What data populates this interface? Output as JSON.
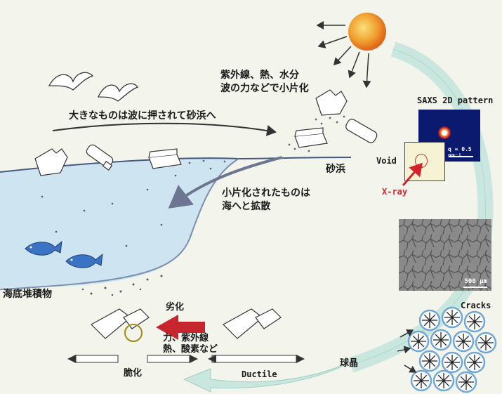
{
  "colors": {
    "background": "#f3f4ec",
    "sea": "#cfe4f1",
    "sea_edge": "#7a8fb0",
    "cycle_arrow": "#c9e7df",
    "sun": "#e8881a",
    "degradation_arrow": "#c7262e",
    "xray_arrow": "#d4232a"
  },
  "labels": {
    "uv_heat_water_line1": "紫外線、熱、水分",
    "uv_heat_water_line2": "波の力などで小片化",
    "waves_push": "大きなものは波に押されて砂浜へ",
    "sand_beach": "砂浜",
    "fragments_line1": "小片化されたものは",
    "fragments_line2": "海へと拡散",
    "seabed": "海底堆積物",
    "degradation": "劣化",
    "causes_line1": "力、紫外線",
    "causes_line2": "熱、酸素など",
    "brittle": "脆化",
    "ductile": "Ductile",
    "spherulite": "球晶",
    "saxs": "SAXS 2D pattern",
    "q_scale": "q = 0.5 nm⁻¹",
    "void": "Void",
    "xray": "X-ray",
    "micrograph_scale": "500 μm",
    "cracks": "Cracks"
  },
  "icons": [
    "sun-icon",
    "seagull-icon",
    "fish-icon",
    "plastic-bag-icon",
    "plastic-bottle-icon",
    "plastic-tray-icon",
    "plastic-clip-icon",
    "spherulite-icon"
  ]
}
